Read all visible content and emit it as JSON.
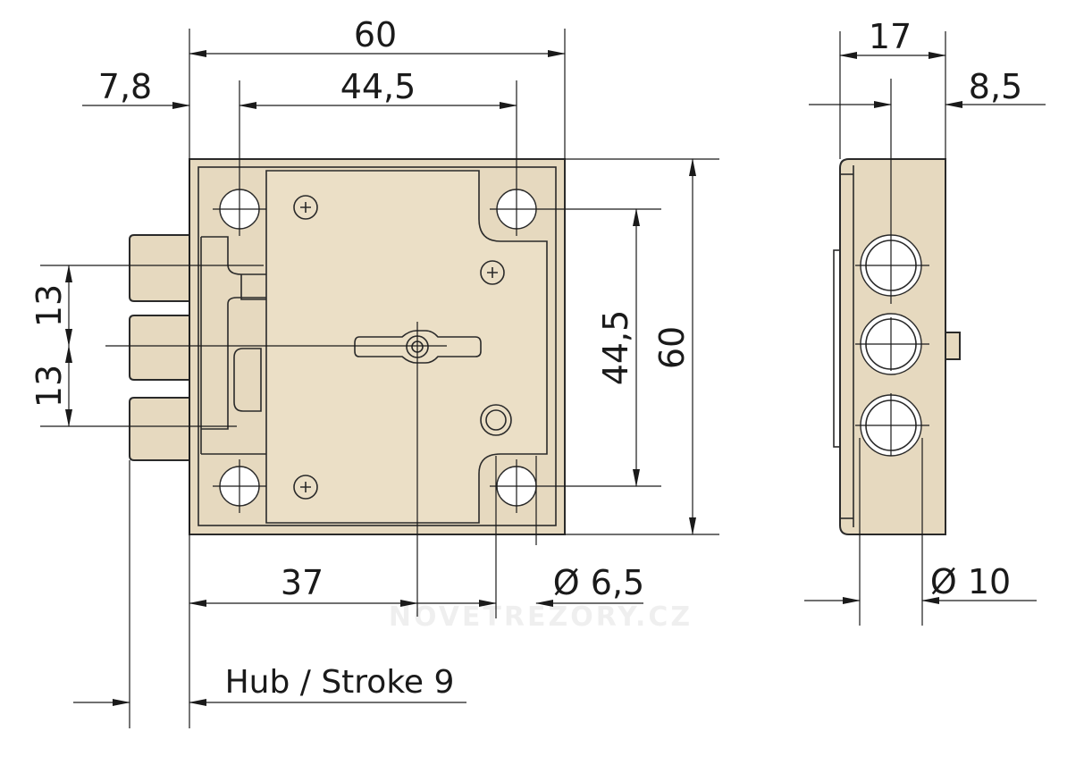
{
  "dimensions": {
    "overall_width": "60",
    "bolt_offset": "7,8",
    "hole_spacing_h": "44,5",
    "bolt_pitch_top": "13",
    "bolt_pitch_bottom": "13",
    "hole_spacing_v": "44,5",
    "overall_height": "60",
    "backset": "37",
    "hole_diameter": "Ø 6,5",
    "stroke": "Hub / Stroke 9",
    "side_depth": "17",
    "side_pin": "8,5",
    "bolt_diameter": "Ø 10"
  },
  "watermark": "NOVETREZORY.CZ",
  "colors": {
    "body": "#e6d9bf",
    "line": "#1a1a1a"
  }
}
